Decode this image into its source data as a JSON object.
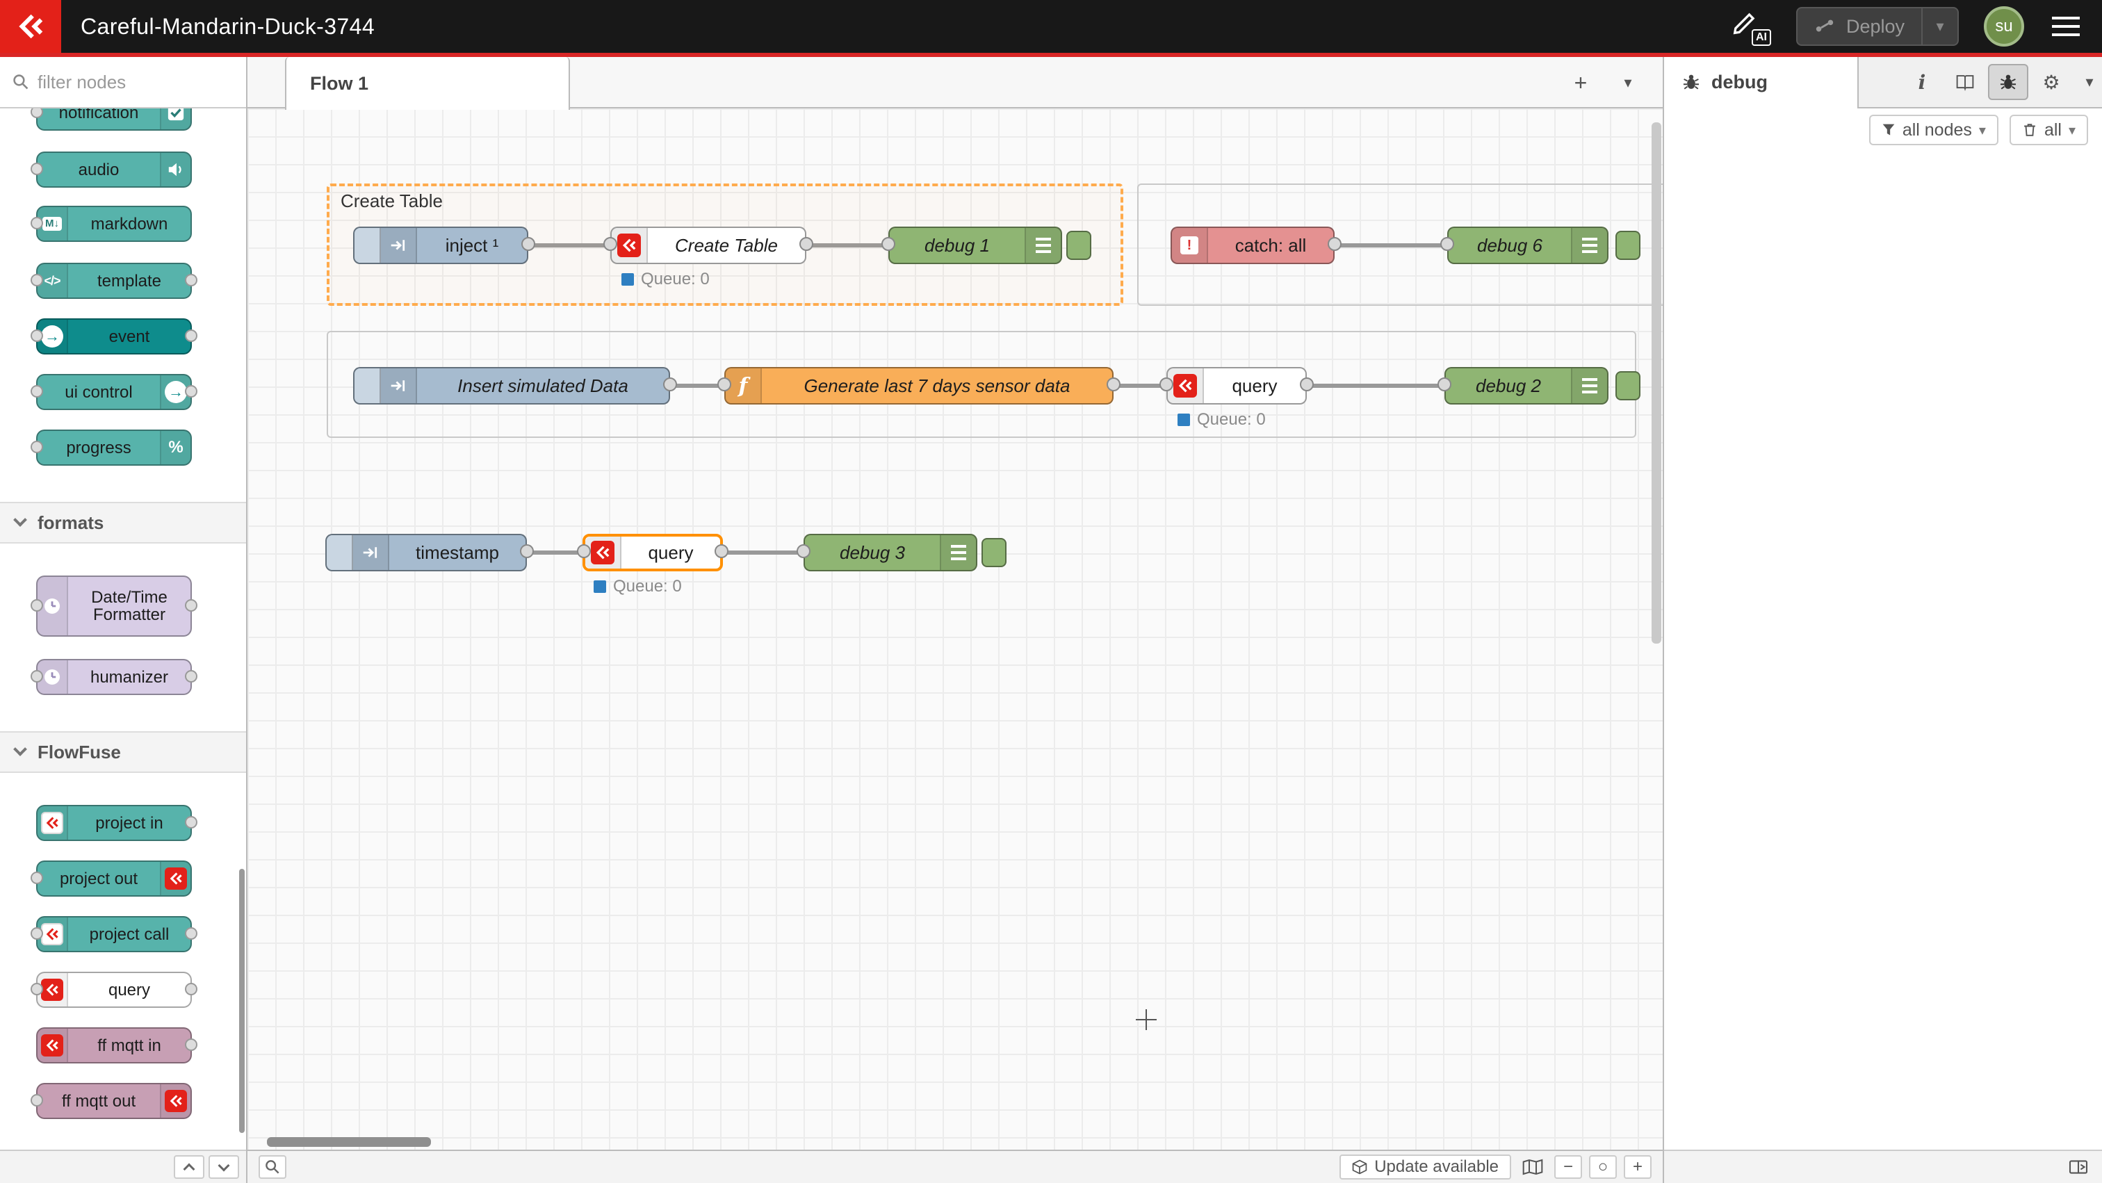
{
  "header": {
    "title": "Careful-Mandarin-Duck-3744",
    "ai_label": "AI",
    "deploy_label": "Deploy",
    "avatar": "su"
  },
  "palette": {
    "search_placeholder": "filter nodes",
    "items": [
      {
        "label": "notification"
      },
      {
        "label": "audio"
      },
      {
        "label": "markdown"
      },
      {
        "label": "template"
      },
      {
        "label": "event"
      },
      {
        "label": "ui control"
      },
      {
        "label": "progress"
      }
    ],
    "sections": [
      {
        "label": "formats",
        "items": [
          {
            "label": "Date/Time Formatter"
          },
          {
            "label": "humanizer"
          }
        ]
      },
      {
        "label": "FlowFuse",
        "items": [
          {
            "label": "project in"
          },
          {
            "label": "project out"
          },
          {
            "label": "project call"
          },
          {
            "label": "query"
          },
          {
            "label": "ff mqtt in"
          },
          {
            "label": "ff mqtt out"
          }
        ]
      }
    ]
  },
  "workspace": {
    "tab": "Flow 1"
  },
  "canvas": {
    "group_label": "Create Table",
    "nodes": {
      "inject1": {
        "label": "inject ¹"
      },
      "create_table": {
        "label": "Create Table",
        "status": "Queue: 0"
      },
      "debug1": {
        "label": "debug 1"
      },
      "catch_all": {
        "label": "catch: all"
      },
      "debug6": {
        "label": "debug 6"
      },
      "insert_sim": {
        "label": "Insert simulated Data"
      },
      "gen_function": {
        "label": "Generate last 7 days sensor data"
      },
      "query_a": {
        "label": "query",
        "status": "Queue: 0"
      },
      "debug2": {
        "label": "debug 2"
      },
      "timestamp": {
        "label": "timestamp"
      },
      "query_b": {
        "label": "query",
        "status": "Queue: 0"
      },
      "debug3": {
        "label": "debug 3"
      }
    }
  },
  "footer": {
    "update": "Update available"
  },
  "sidebar": {
    "tab": "debug",
    "filter": "all nodes",
    "clear": "all"
  },
  "colors": {
    "brand_red": "#E32119",
    "header_bg": "#181818",
    "header_accent": "#D92626",
    "teal_node": "#57B3AB",
    "dark_teal_node": "#0E8C8C",
    "lavender_node": "#D8CDE6",
    "mauve_node": "#C79FB4",
    "inject_node": "#A6BBCF",
    "function_node": "#F9AE58",
    "debug_node": "#8FB573",
    "catch_node": "#E49191",
    "status_blue": "#2E7FC1",
    "group_selected": "#FFAB4D",
    "node_selected": "#FF9000"
  }
}
